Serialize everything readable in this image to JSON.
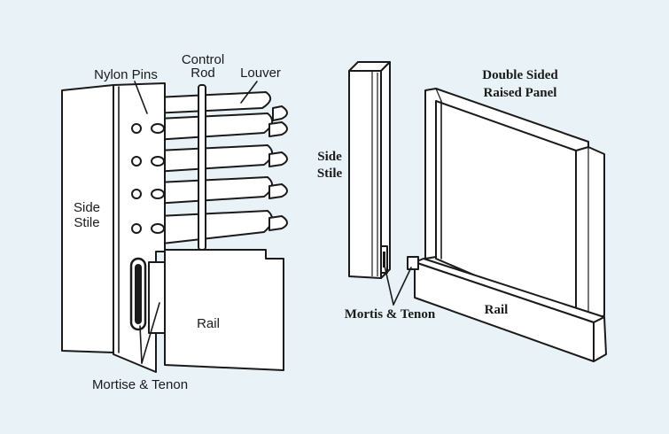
{
  "colors": {
    "background": "#e9f2f7",
    "ink": "#1a1a1a",
    "part_fill": "#ffffff"
  },
  "left_diagram": {
    "labels": {
      "nylon_pins": "Nylon Pins",
      "control_rod_line1": "Control",
      "control_rod_line2": "Rod",
      "louver": "Louver",
      "side_stile_line1": "Side",
      "side_stile_line2": "Stile",
      "rail": "Rail",
      "mortise_tenon": "Mortise & Tenon"
    }
  },
  "right_diagram": {
    "labels": {
      "panel_line1": "Double Sided",
      "panel_line2": "Raised Panel",
      "side_stile_line1": "Side",
      "side_stile_line2": "Stile",
      "mortis_tenon": "Mortis & Tenon",
      "rail": "Rail"
    }
  }
}
